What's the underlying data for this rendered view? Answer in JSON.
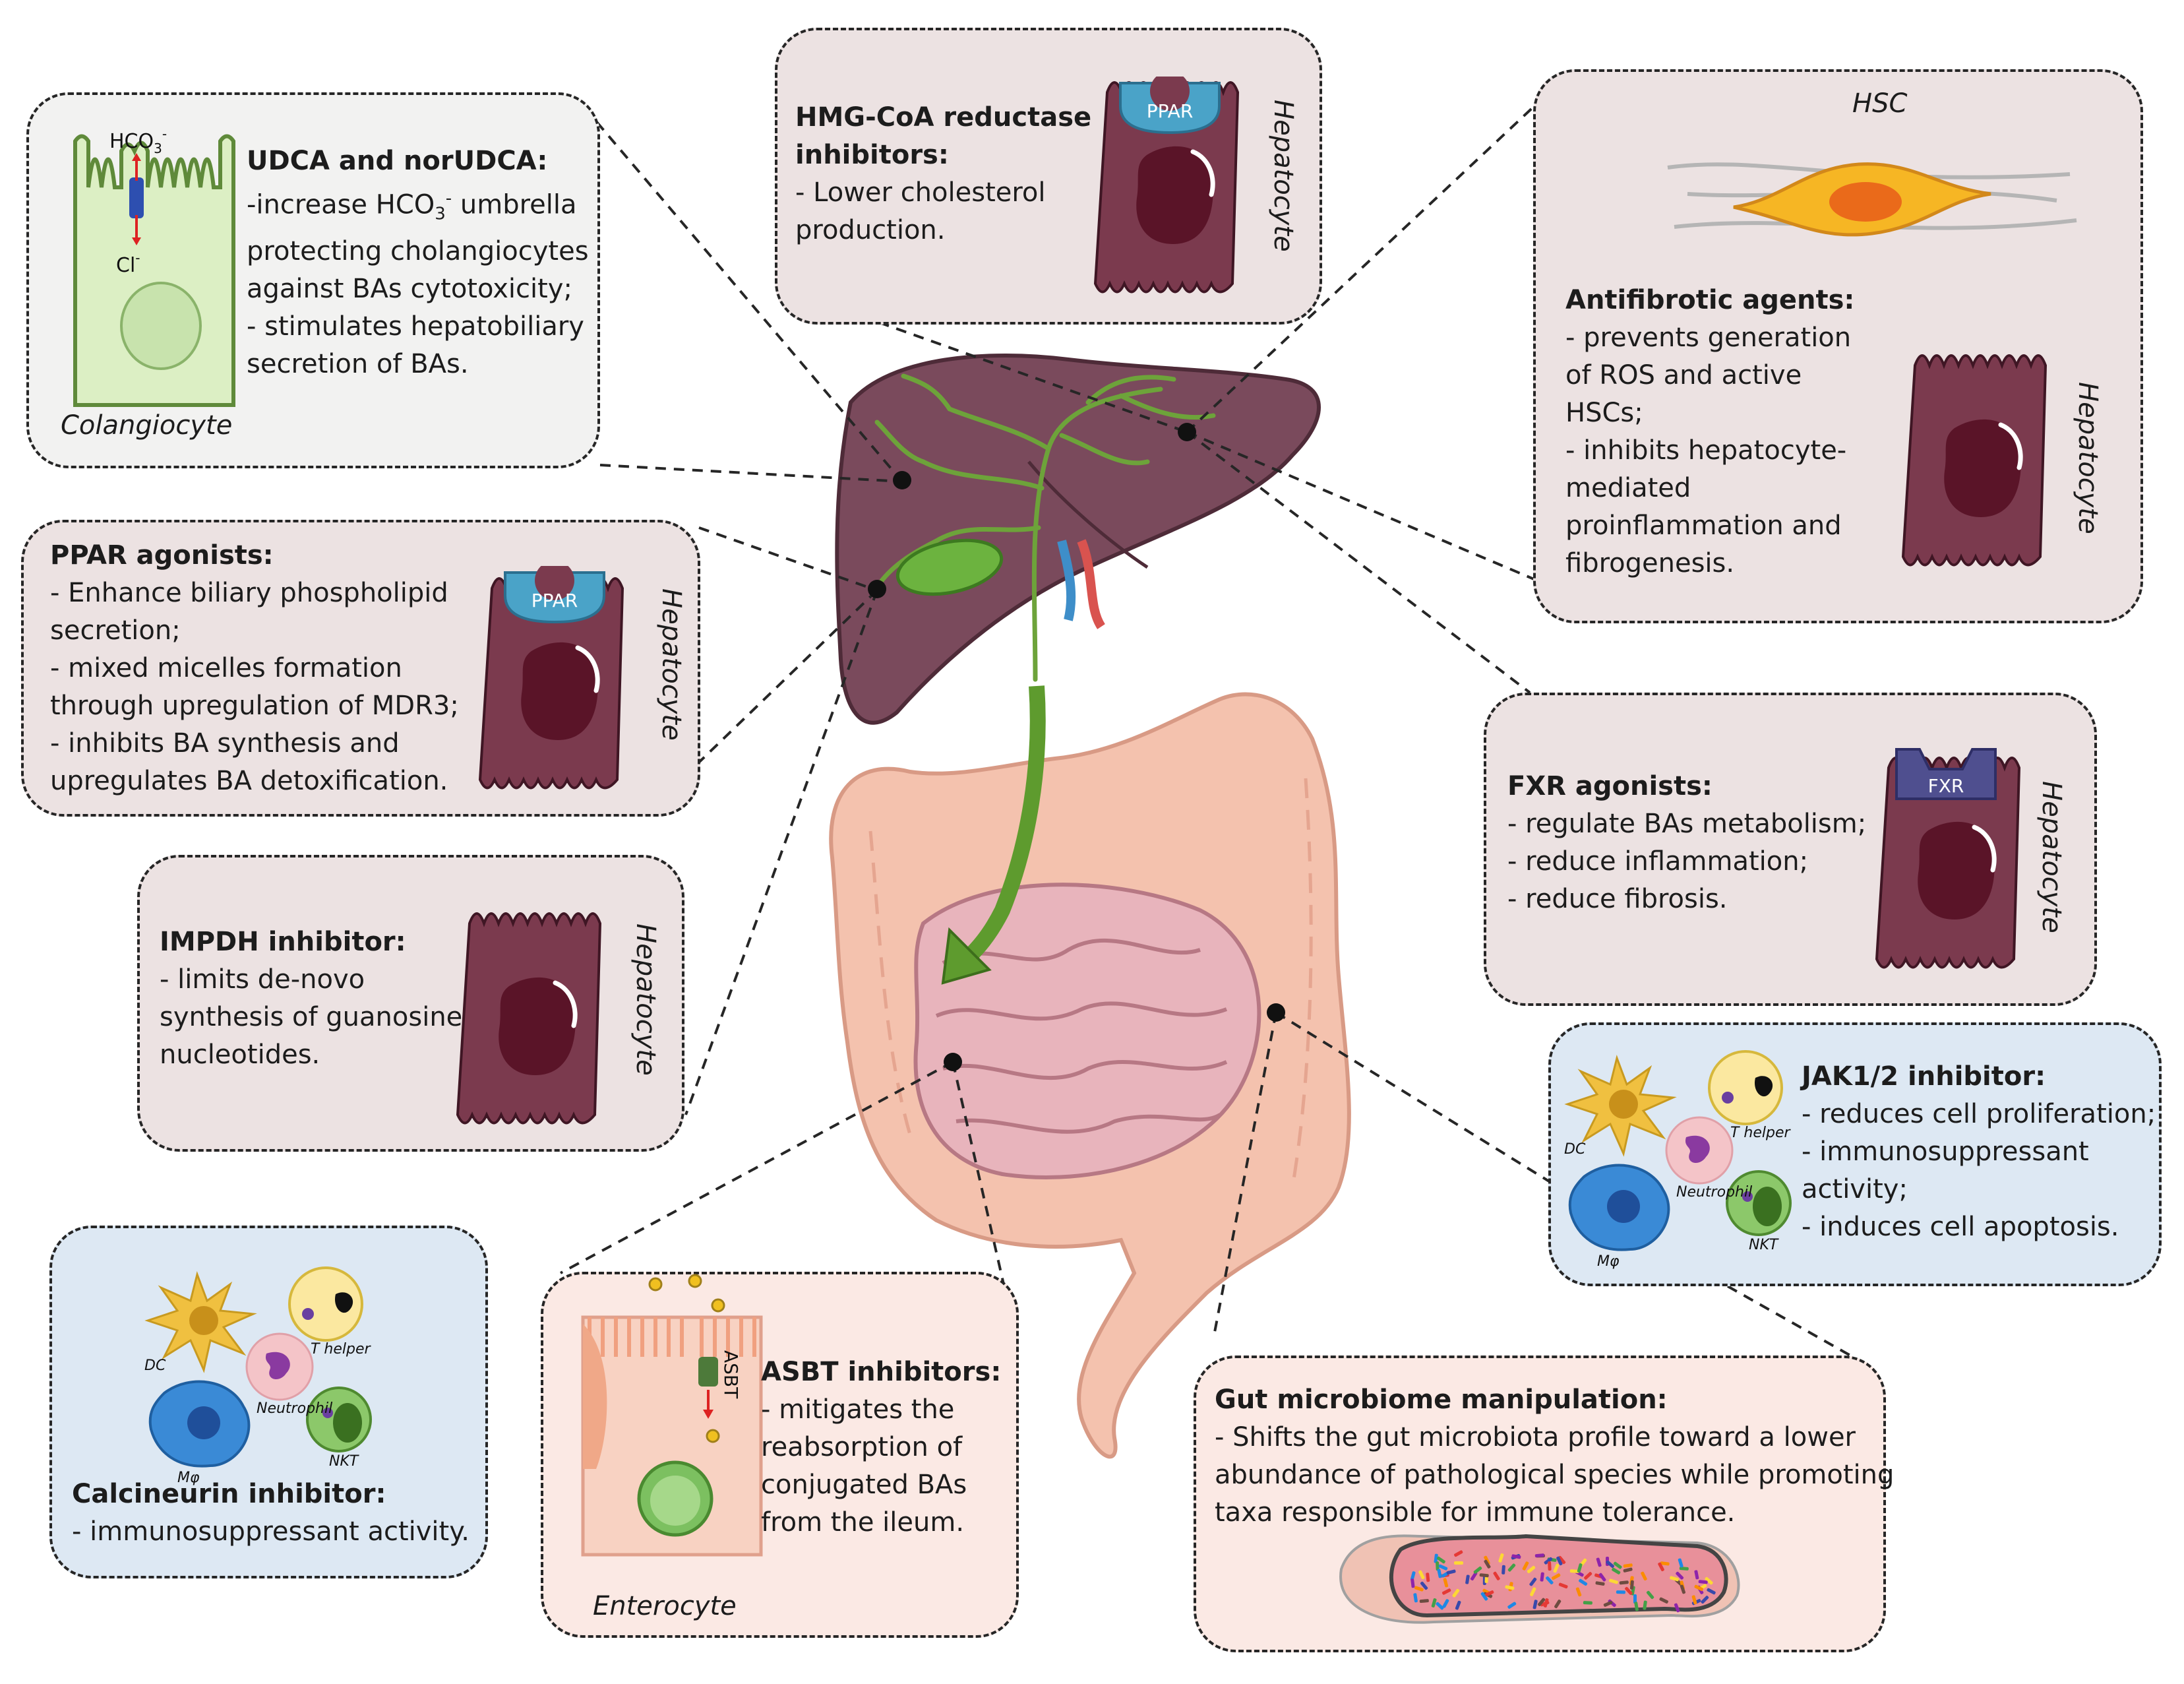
{
  "panels": {
    "udca": {
      "title": "UDCA and norUDCA:",
      "lines": [
        "-increase HCO",
        "3",
        "-",
        " umbrella",
        "protecting cholangiocytes",
        "against BAs cytotoxicity;",
        "- stimulates hepatobiliary",
        "secretion of BAs."
      ],
      "caption": "Colangiocyte",
      "ion_hco3": "HCO",
      "ion_hco3_sub": "3",
      "ion_hco3_sup": "-",
      "ion_cl": "Cl",
      "ion_cl_sup": "-"
    },
    "hmg": {
      "title_line1": "HMG-CoA reductase",
      "title_line2": "inhibitors:",
      "lines": [
        "- Lower cholesterol",
        "production."
      ],
      "receptor": "PPAR",
      "cell_label": "Hepatocyte"
    },
    "antifibrotic": {
      "title": "Antifibrotic agents:",
      "lines": [
        "- prevents generation",
        "of ROS and active",
        "HSCs;",
        "- inhibits hepatocyte-",
        "mediated",
        "proinflammation and",
        "fibrogenesis."
      ],
      "hsc_label": "HSC",
      "cell_label": "Hepatocyte"
    },
    "ppar": {
      "title": "PPAR agonists:",
      "lines": [
        "- Enhance biliary phospholipid",
        "secretion;",
        "- mixed micelles formation",
        "through upregulation of MDR3;",
        "- inhibits BA synthesis and",
        "upregulates BA detoxification."
      ],
      "receptor": "PPAR",
      "cell_label": "Hepatocyte"
    },
    "impdh": {
      "title": "IMPDH inhibitor:",
      "lines": [
        "- limits de-novo",
        "synthesis of guanosine",
        "nucleotides."
      ],
      "cell_label": "Hepatocyte"
    },
    "fxr": {
      "title": "FXR agonists:",
      "lines": [
        "- regulate BAs metabolism;",
        "- reduce inflammation;",
        "- reduce fibrosis."
      ],
      "receptor": "FXR",
      "cell_label": "Hepatocyte"
    },
    "jak": {
      "title": "JAK1/2 inhibitor:",
      "lines": [
        "- reduces cell proliferation;",
        "- immunosuppressant",
        "activity;",
        "- induces cell apoptosis."
      ],
      "cells": {
        "dc": "DC",
        "th": "T helper",
        "neut": "Neutrophil",
        "mph": "Mφ",
        "nkt": "NKT"
      }
    },
    "calcineurin": {
      "title": "Calcineurin inhibitor:",
      "lines": [
        "- immunosuppressant activity."
      ],
      "cells": {
        "dc": "DC",
        "th": "T helper",
        "neut": "Neutrophil",
        "mph": "Mφ",
        "nkt": "NKT"
      }
    },
    "asbt": {
      "title": "ASBT inhibitors:",
      "lines": [
        "- mitigates the",
        "reabsorption of",
        "conjugated BAs",
        "from the ileum."
      ],
      "transporter": "ASBT",
      "caption": "Enterocyte"
    },
    "microbiome": {
      "title": "Gut microbiome manipulation:",
      "lines": [
        "- Shifts the gut microbiota profile toward a lower",
        "abundance of pathological species while promoting",
        "taxa responsible for immune tolerance."
      ]
    }
  },
  "colors": {
    "hepatocyte": "#7b3a4e",
    "hepatocyte_nucleus": "#5a1428",
    "ppar_receptor": "#4aa3c8",
    "fxr_receptor": "#4f4f8f",
    "liver": "#7a4a5c",
    "bile": "#66a832",
    "intestine": "#e8a9b0",
    "colon": "#f4c2ae"
  }
}
